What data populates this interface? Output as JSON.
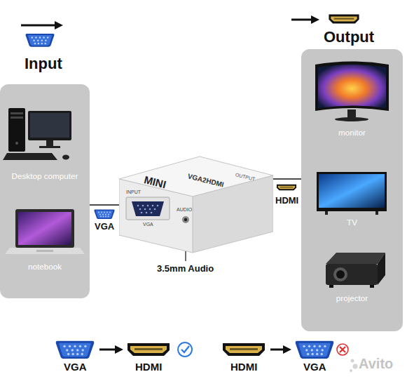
{
  "diagram": {
    "nodes": [
      {
        "text": [
          "Input",
          "Desktop computer",
          "notebook"
        ]
      },
      {
        "text": [
          "MINI",
          "VGA2HDMI",
          "INPUT",
          "OUTPUT",
          "VGA",
          "AUDIO"
        ]
      },
      {
        "text": [
          "Output",
          "monitor",
          "TV",
          "projector"
        ]
      }
    ],
    "edges": [
      {
        "from": 0,
        "to": 1,
        "label": "VGA",
        "arrow": "none"
      },
      {
        "from": 1,
        "to": 2,
        "label": "HDMI",
        "arrow": "none"
      }
    ],
    "labels": [
      "3.5mm Audio",
      "VGA",
      "HDMI",
      "HDMI",
      "VGA",
      "Avito"
    ]
  }
}
